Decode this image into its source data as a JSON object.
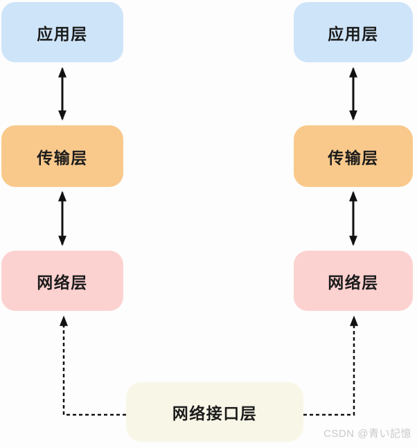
{
  "diagram": {
    "columns": [
      {
        "layers": [
          {
            "label": "应用层"
          },
          {
            "label": "传输层"
          },
          {
            "label": "网络层"
          }
        ]
      },
      {
        "layers": [
          {
            "label": "应用层"
          },
          {
            "label": "传输层"
          },
          {
            "label": "网络层"
          }
        ]
      }
    ],
    "shared_layer": {
      "label": "网络接口层"
    }
  },
  "watermark": "CSDN @青い記憶",
  "colors": {
    "application": "#cee4f9",
    "transport": "#f9c98c",
    "network": "#fcd2d0",
    "interface": "#f8f7e7",
    "arrow": "#111111",
    "text": "#1b1b1b",
    "watermark": "#c9c9c9",
    "background": "#fdfdfd"
  }
}
